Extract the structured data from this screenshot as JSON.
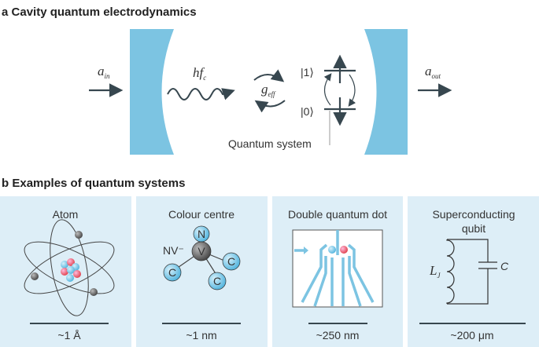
{
  "panel_a": {
    "letter": "a",
    "title": "Cavity quantum electrodynamics",
    "a_in": {
      "symbol": "a",
      "sub": "in"
    },
    "a_out": {
      "symbol": "a",
      "sub": "out"
    },
    "photon": {
      "symbol": "hf",
      "sub": "c"
    },
    "coupling": {
      "symbol": "g",
      "sub": "eff"
    },
    "state_1": "|1⟩",
    "state_0": "|0⟩",
    "quantum_system_label": "Quantum system",
    "mirror_color": "#7cc4e2"
  },
  "panel_b": {
    "letter": "b",
    "title": "Examples of quantum systems",
    "background_color": "#ddeef7",
    "systems": [
      {
        "title": "Atom",
        "scale": "~1 Å"
      },
      {
        "title": "Colour centre",
        "scale": "~1 nm",
        "label": "NV⁻",
        "atoms": [
          "N",
          "V",
          "C",
          "C",
          "C"
        ]
      },
      {
        "title": "Double quantum dot",
        "scale": "~250 nm"
      },
      {
        "title_line1": "Superconducting",
        "title_line2": "qubit",
        "scale": "~200 μm",
        "inductor": {
          "symbol": "L",
          "sub": "J"
        },
        "capacitor": "C"
      }
    ]
  }
}
